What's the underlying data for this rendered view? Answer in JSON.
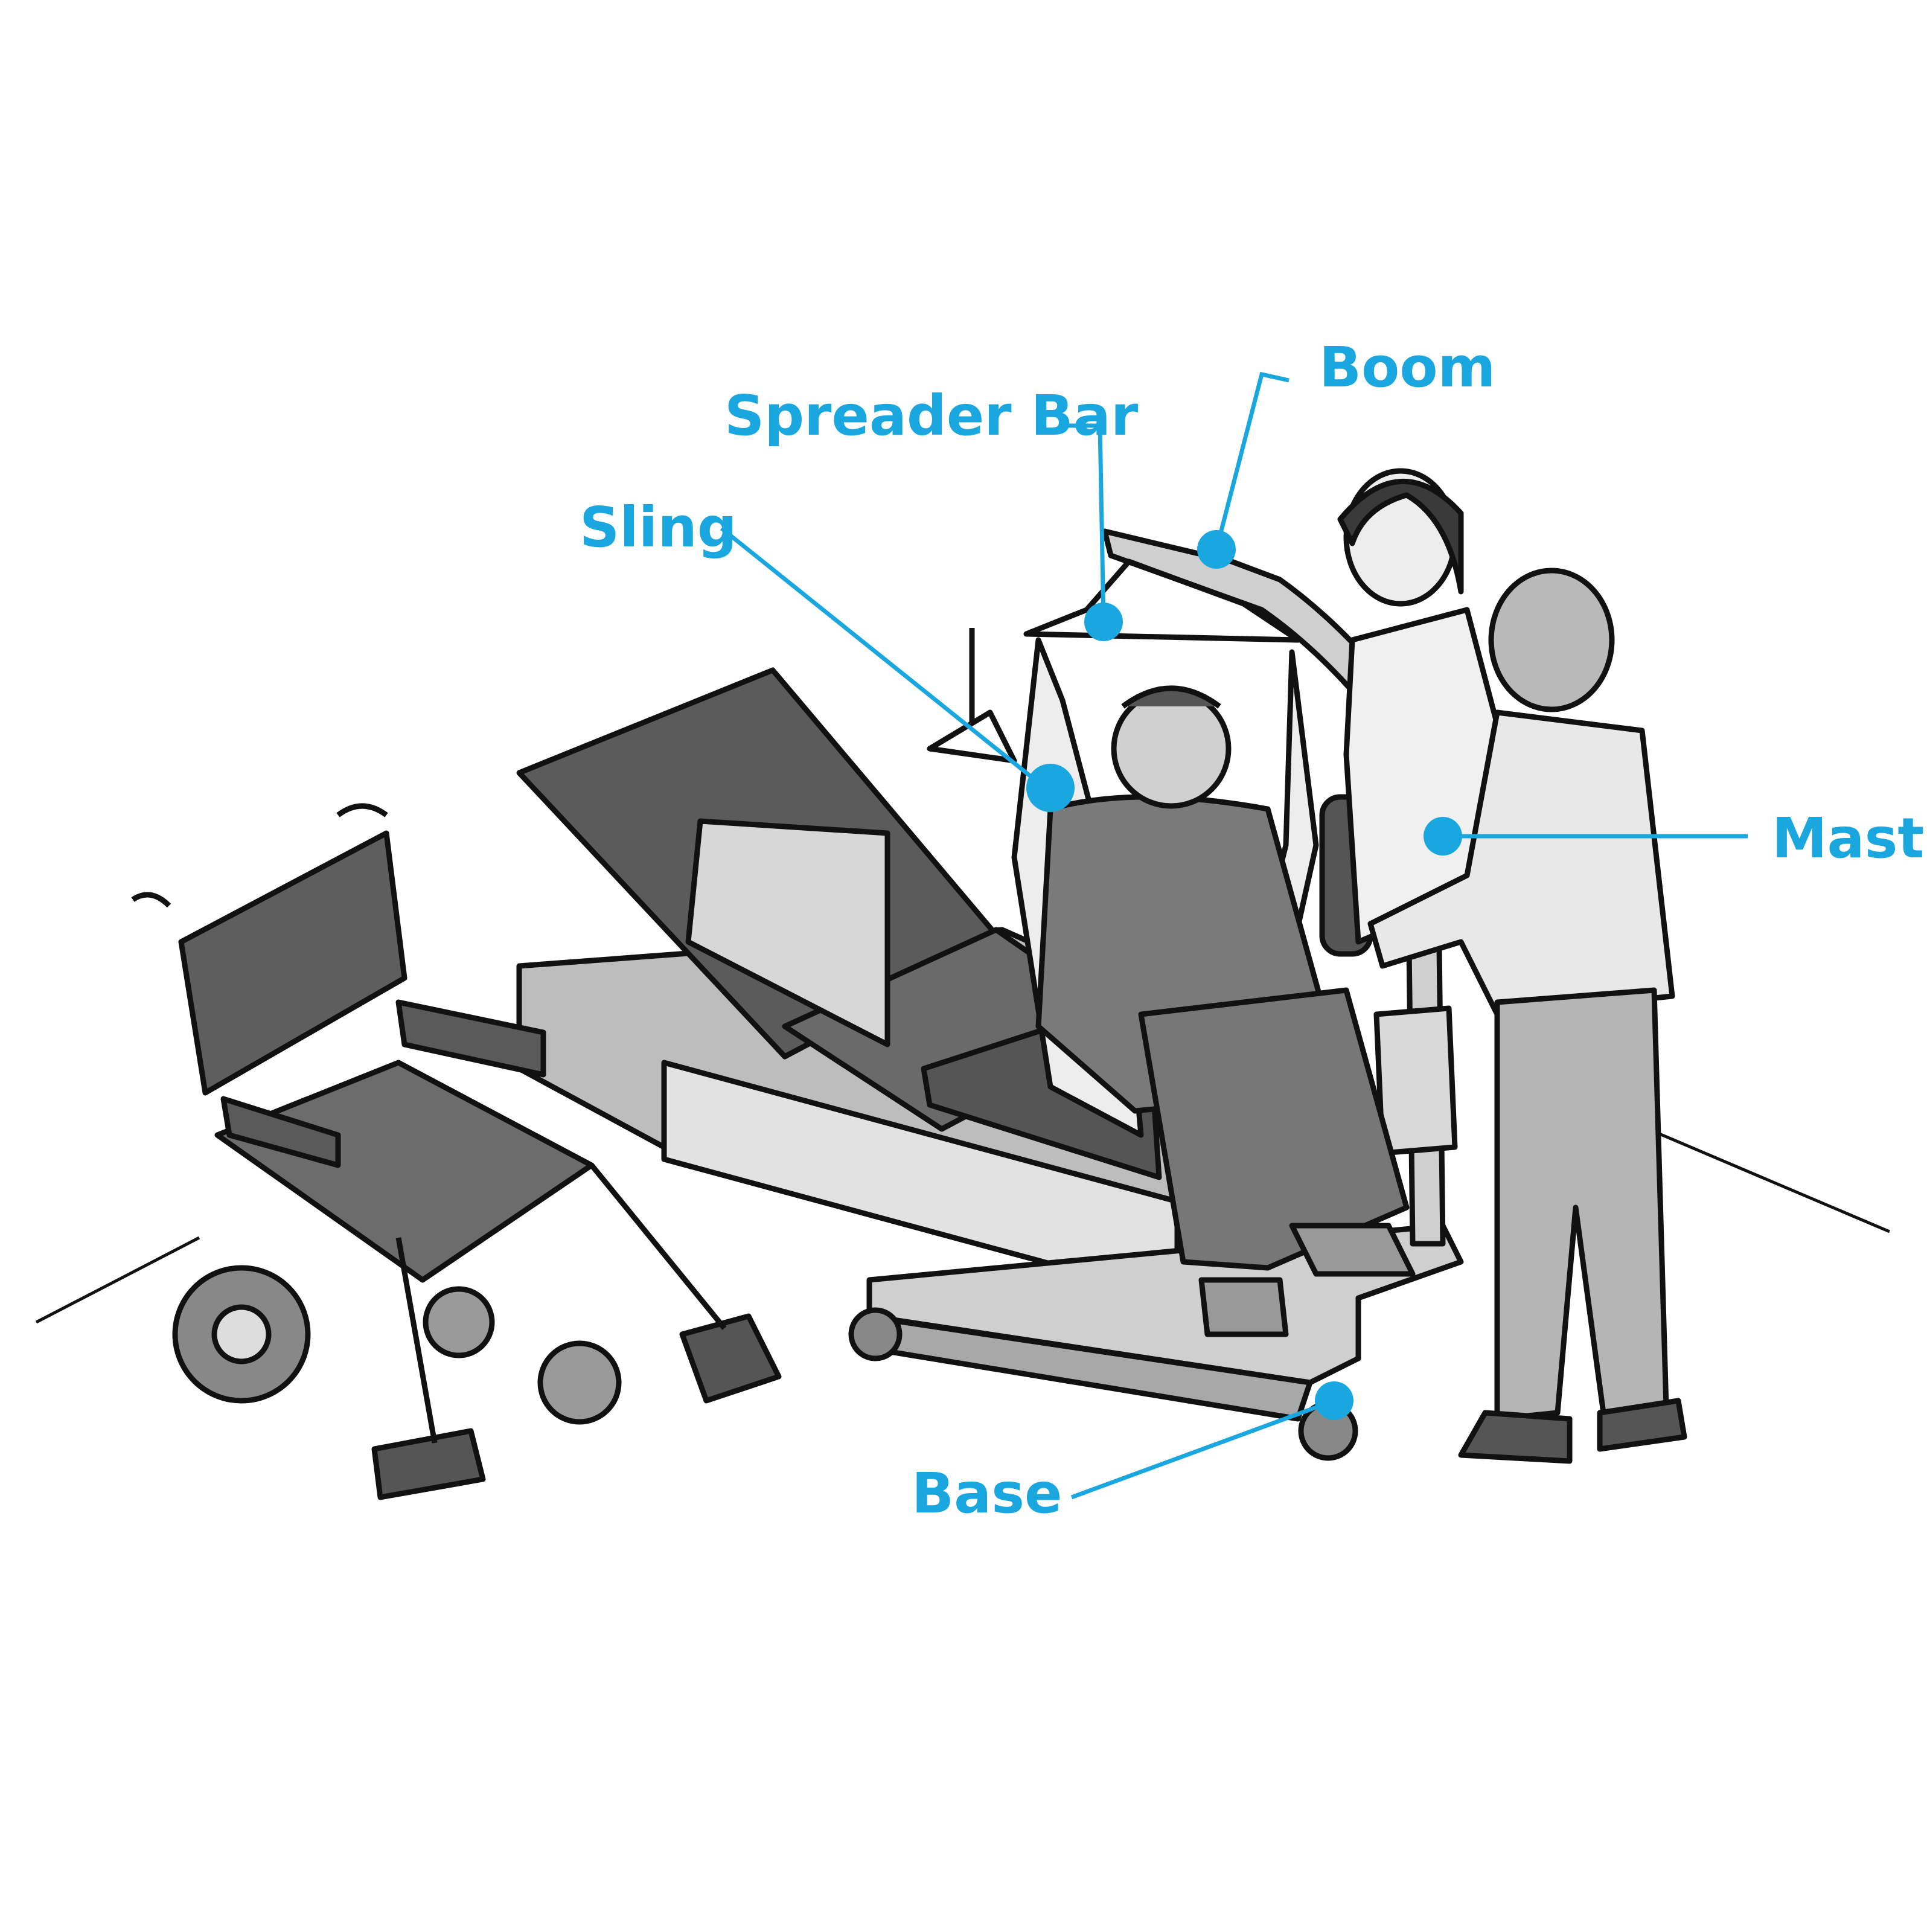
{
  "colors": {
    "accent": "#1aa7e0",
    "ink": "#111111",
    "dark_fill": "#555555",
    "mid_fill": "#9a9a9a",
    "light_fill": "#cfcfcf",
    "paper": "#ffffff"
  },
  "labels": {
    "spreader_bar": "Spreader Bar",
    "boom": "Boom",
    "sling": "Sling",
    "mast": "Mast",
    "base": "Base"
  }
}
